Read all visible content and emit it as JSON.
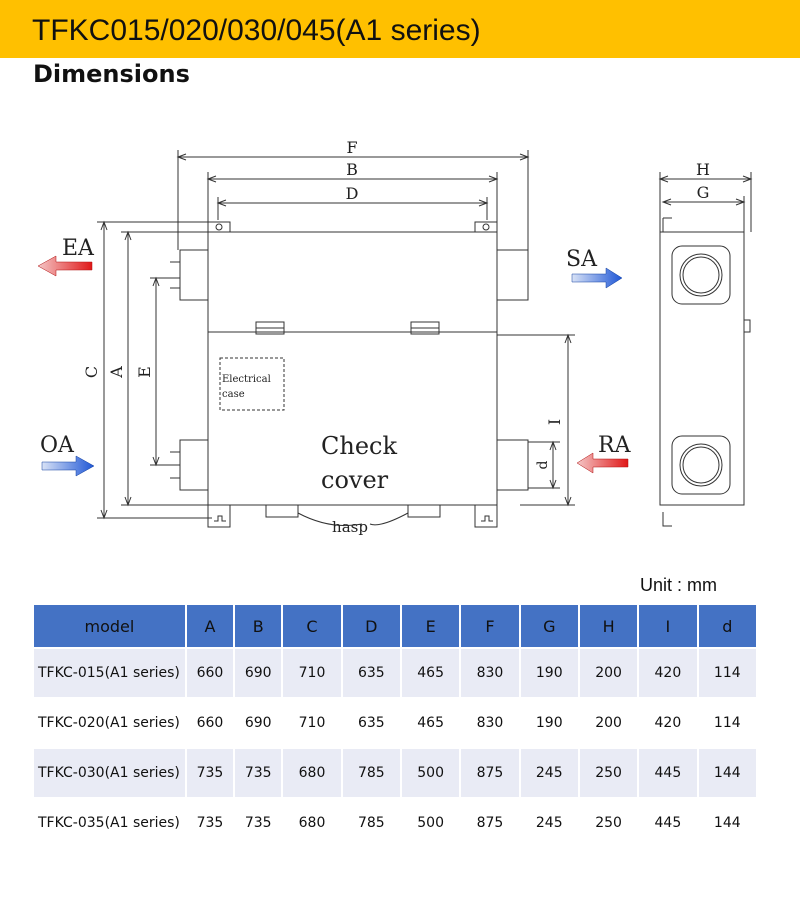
{
  "header": {
    "title": "TFKC015/020/030/045(A1 series)",
    "section": "Dimensions",
    "accent_color": "#ffc000"
  },
  "drawing": {
    "dims": {
      "F": "F",
      "B": "B",
      "D": "D",
      "H": "H",
      "G": "G",
      "C": "C",
      "A": "A",
      "E": "E",
      "I": "I",
      "d": "d"
    },
    "ports": {
      "EA": "EA",
      "OA": "OA",
      "SA": "SA",
      "RA": "RA"
    },
    "electrical_case": [
      "Electrical",
      "case"
    ],
    "check_cover": [
      "Check",
      "cover"
    ],
    "hasp": "hasp",
    "arrow_colors": {
      "hot": "#e01818",
      "cold": "#1f57d6"
    }
  },
  "table": {
    "unit": "Unit : mm",
    "header_color": "#4472c4",
    "columns": [
      "model",
      "A",
      "B",
      "C",
      "D",
      "E",
      "F",
      "G",
      "H",
      "I",
      "d"
    ],
    "rows": [
      [
        "TFKC-015(A1 series)",
        "660",
        "690",
        "710",
        "635",
        "465",
        "830",
        "190",
        "200",
        "420",
        "114"
      ],
      [
        "TFKC-020(A1 series)",
        "660",
        "690",
        "710",
        "635",
        "465",
        "830",
        "190",
        "200",
        "420",
        "114"
      ],
      [
        "TFKC-030(A1 series)",
        "735",
        "735",
        "680",
        "785",
        "500",
        "875",
        "245",
        "250",
        "445",
        "144"
      ],
      [
        "TFKC-035(A1 series)",
        "735",
        "735",
        "680",
        "785",
        "500",
        "875",
        "245",
        "250",
        "445",
        "144"
      ]
    ]
  }
}
